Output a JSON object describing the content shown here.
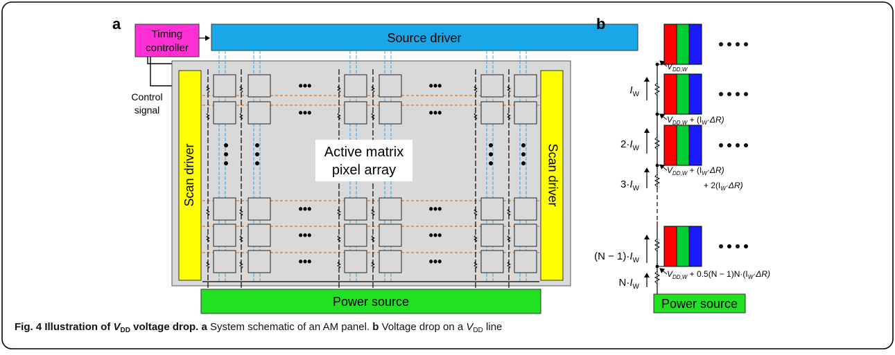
{
  "panel_a": {
    "label": "a",
    "timing_controller": [
      "Timing",
      "controller"
    ],
    "source_driver": "Source driver",
    "control_signal": [
      "Control",
      "signal"
    ],
    "scan_driver_left": "Scan driver",
    "scan_driver_right": "Scan driver",
    "active_matrix": [
      "Active matrix",
      "pixel array"
    ],
    "power_source": "Power source",
    "ellipsis": "•••"
  },
  "panel_b": {
    "label": "b",
    "ellipsis": "••••",
    "currents": [
      {
        "prefix": "",
        "var": "I",
        "sub": "W"
      },
      {
        "prefix": "2·",
        "var": "I",
        "sub": "W"
      },
      {
        "prefix": "3·",
        "var": "I",
        "sub": "W"
      },
      {
        "prefix": "(N − 1)·",
        "var": "I",
        "sub": "W"
      },
      {
        "prefix": "N·",
        "var": "I",
        "sub": "W"
      }
    ],
    "voltages": [
      {
        "main": "V",
        "sub": "DD,W",
        "rest": ""
      },
      {
        "main": "V",
        "sub": "DD,W",
        "rest": " + (I",
        "rest_sub": "W",
        "tail": "·ΔR)"
      },
      {
        "main": "V",
        "sub": "DD,W",
        "rest": " + (I",
        "rest_sub": "W",
        "tail": "·ΔR)",
        "line2": "+ 2(I",
        "line2_sub": "W",
        "line2_tail": "·ΔR)"
      },
      {
        "main": "V",
        "sub": "DD,W",
        "rest": " + 0.5(N − 1)N·(I",
        "rest_sub": "W",
        "tail": "·ΔR)"
      }
    ],
    "power_source": "Power source"
  },
  "colors": {
    "source_driver": "#1aa7e8",
    "timing_controller": "#ff2fd6",
    "scan_driver": "#ffff00",
    "power_source": "#22e022",
    "panel_bg": "#d9d9d9",
    "red": "#ff0000",
    "green": "#00cc33",
    "blue": "#1a1aff",
    "scan_line": "#e07a20",
    "data_line": "#2aa8ff"
  },
  "caption": {
    "fig_label": "Fig. 4",
    "title_pre": "Illustration of ",
    "title_var": "V",
    "title_sub": "DD",
    "title_post": " voltage drop.",
    "a_label": "a",
    "a_text": " System schematic of an AM panel. ",
    "b_label": "b",
    "b_text_pre": " Voltage drop on a ",
    "b_var": "V",
    "b_sub": "DD",
    "b_text_post": " line"
  }
}
